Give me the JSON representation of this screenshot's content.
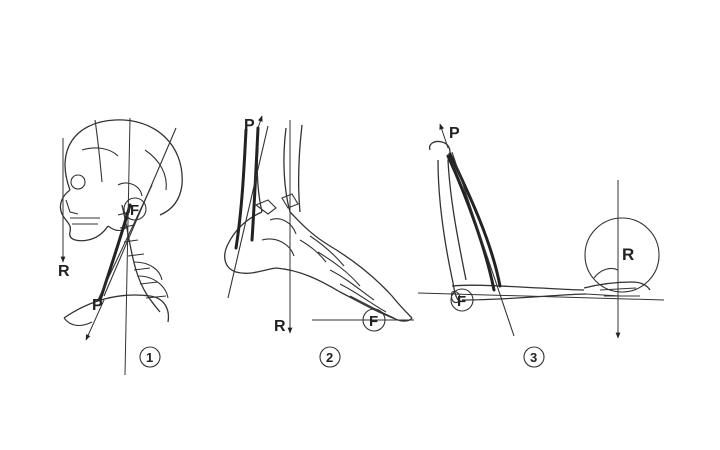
{
  "figure1": {
    "number": "1",
    "labels": {
      "fulcrum": "F",
      "resistance": "R",
      "power": "P"
    }
  },
  "figure2": {
    "number": "2",
    "labels": {
      "fulcrum": "F",
      "resistance": "R",
      "power": "P"
    }
  },
  "figure3": {
    "number": "3",
    "labels": {
      "fulcrum": "F",
      "resistance": "R",
      "power": "P"
    }
  },
  "colors": {
    "ink": "#222222",
    "background": "#ffffff"
  }
}
